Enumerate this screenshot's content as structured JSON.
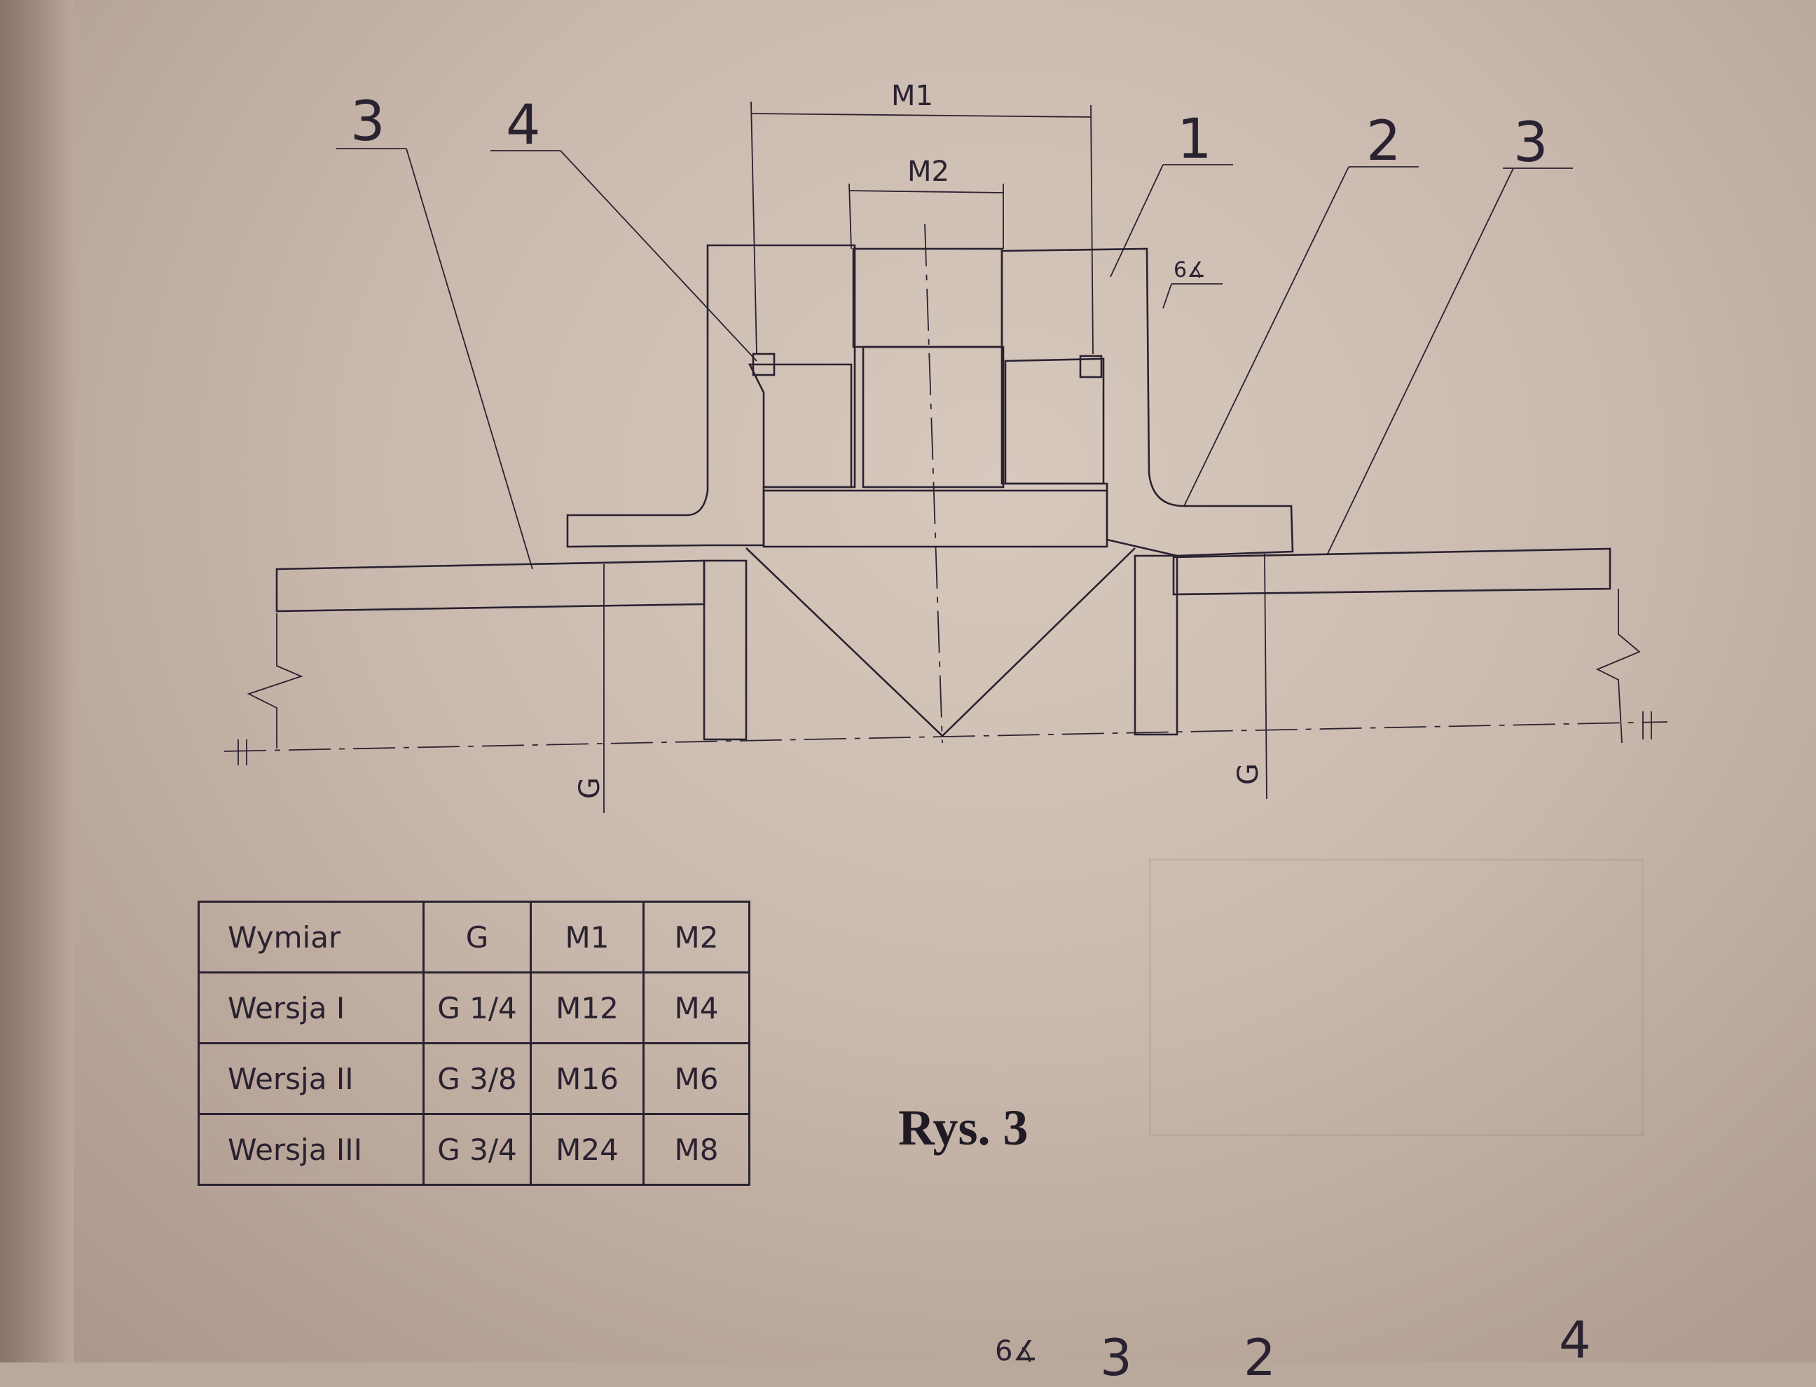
{
  "drawing": {
    "part_numbers": [
      "3",
      "4",
      "1",
      "2",
      "3"
    ],
    "dimensions": {
      "m1": "M1",
      "m2": "M2",
      "g_left": "G",
      "g_right": "G",
      "angle": "6∡"
    }
  },
  "table": {
    "header": [
      "Wymiar",
      "G",
      "M1",
      "M2"
    ],
    "rows": [
      [
        "Wersja I",
        "G 1/4",
        "M12",
        "M4"
      ],
      [
        "Wersja II",
        "G 3/8",
        "M16",
        "M6"
      ],
      [
        "Wersja III",
        "G 3/4",
        "M24",
        "M8"
      ]
    ]
  },
  "caption": "Rys. 3",
  "bottom_fragments": [
    "6∡",
    "3",
    "2",
    "4"
  ]
}
